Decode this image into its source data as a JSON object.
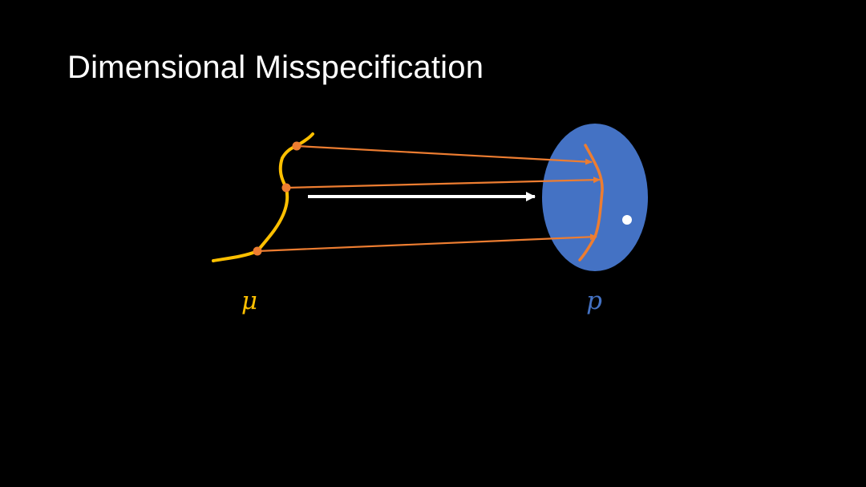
{
  "slide": {
    "title": "Dimensional Misspecification"
  },
  "diagram": {
    "source_label": "μ",
    "target_label": "p",
    "colors": {
      "background": "#000000",
      "title": "#ffffff",
      "source_curve": "#ffc000",
      "source_label": "#ffc000",
      "mapping_arrows": "#ed7d31",
      "target_ellipse": "#4472c4",
      "target_label": "#4472c4",
      "target_curve": "#ed7d31",
      "main_arrow": "#ffffff",
      "target_point": "#ffffff"
    }
  }
}
